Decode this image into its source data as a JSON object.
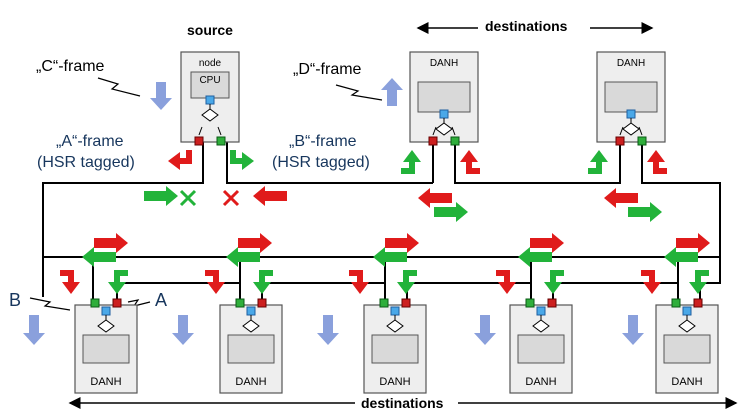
{
  "labels": {
    "source": "source",
    "destinations_top": "destinations",
    "destinations_bottom": "destinations",
    "c_frame": "„C“-frame",
    "d_frame": "„D“-frame",
    "a_frame_line1": "„A“-frame",
    "a_frame_line2": "(HSR tagged)",
    "b_frame_line1": "„B“-frame",
    "b_frame_line2": "(HSR tagged)",
    "port_b": "B",
    "port_a": "A"
  },
  "source_node": {
    "title": "node",
    "cpu": "CPU"
  },
  "top_nodes": [
    {
      "label": "DANH"
    },
    {
      "label": "DANH"
    }
  ],
  "bottom_nodes": [
    {
      "label": "DANH"
    },
    {
      "label": "DANH"
    },
    {
      "label": "DANH"
    },
    {
      "label": "DANH"
    },
    {
      "label": "DANH"
    }
  ],
  "colors": {
    "red": "#e01b1b",
    "green": "#22b33a",
    "blue_arrow": "#8aa0dc",
    "port_red": "#cc1f1f",
    "port_green": "#2fae3b",
    "port_blue": "#4aa8e8",
    "node_fill": "#eeeeee",
    "inner_fill": "#d9d9d9",
    "label_blue": "#17365d"
  },
  "icons": [
    "arrow-red-icon",
    "arrow-green-icon",
    "arrow-blue-icon",
    "cross-icon",
    "switch-icon"
  ]
}
